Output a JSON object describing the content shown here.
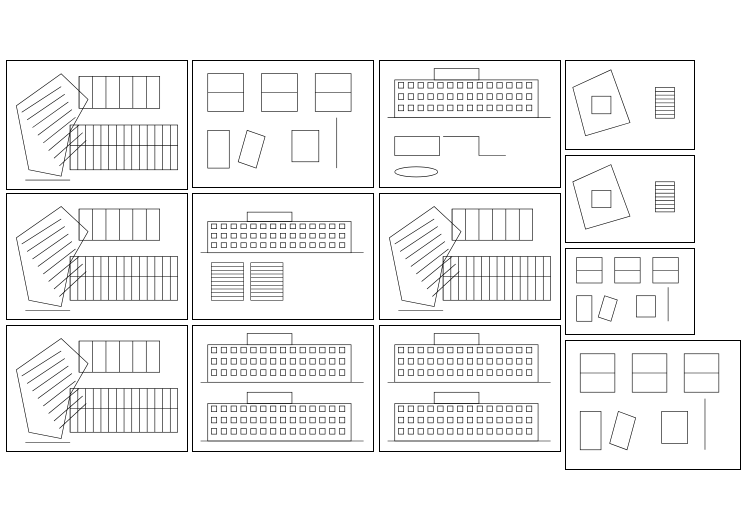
{
  "colors": {
    "background": "#ffffff",
    "line": "#000000"
  },
  "sheets": [
    {
      "kind": "floor-plan"
    },
    {
      "kind": "details"
    },
    {
      "kind": "elevation-details"
    },
    {
      "kind": "site-plan-small"
    },
    {
      "kind": "floor-plan"
    },
    {
      "kind": "elevation-tables"
    },
    {
      "kind": "floor-plan"
    },
    {
      "kind": "site-plan"
    },
    {
      "kind": "floor-plan"
    },
    {
      "kind": "elevations"
    },
    {
      "kind": "elevations"
    },
    {
      "kind": "stair-details"
    },
    {
      "kind": "wall-details"
    }
  ]
}
